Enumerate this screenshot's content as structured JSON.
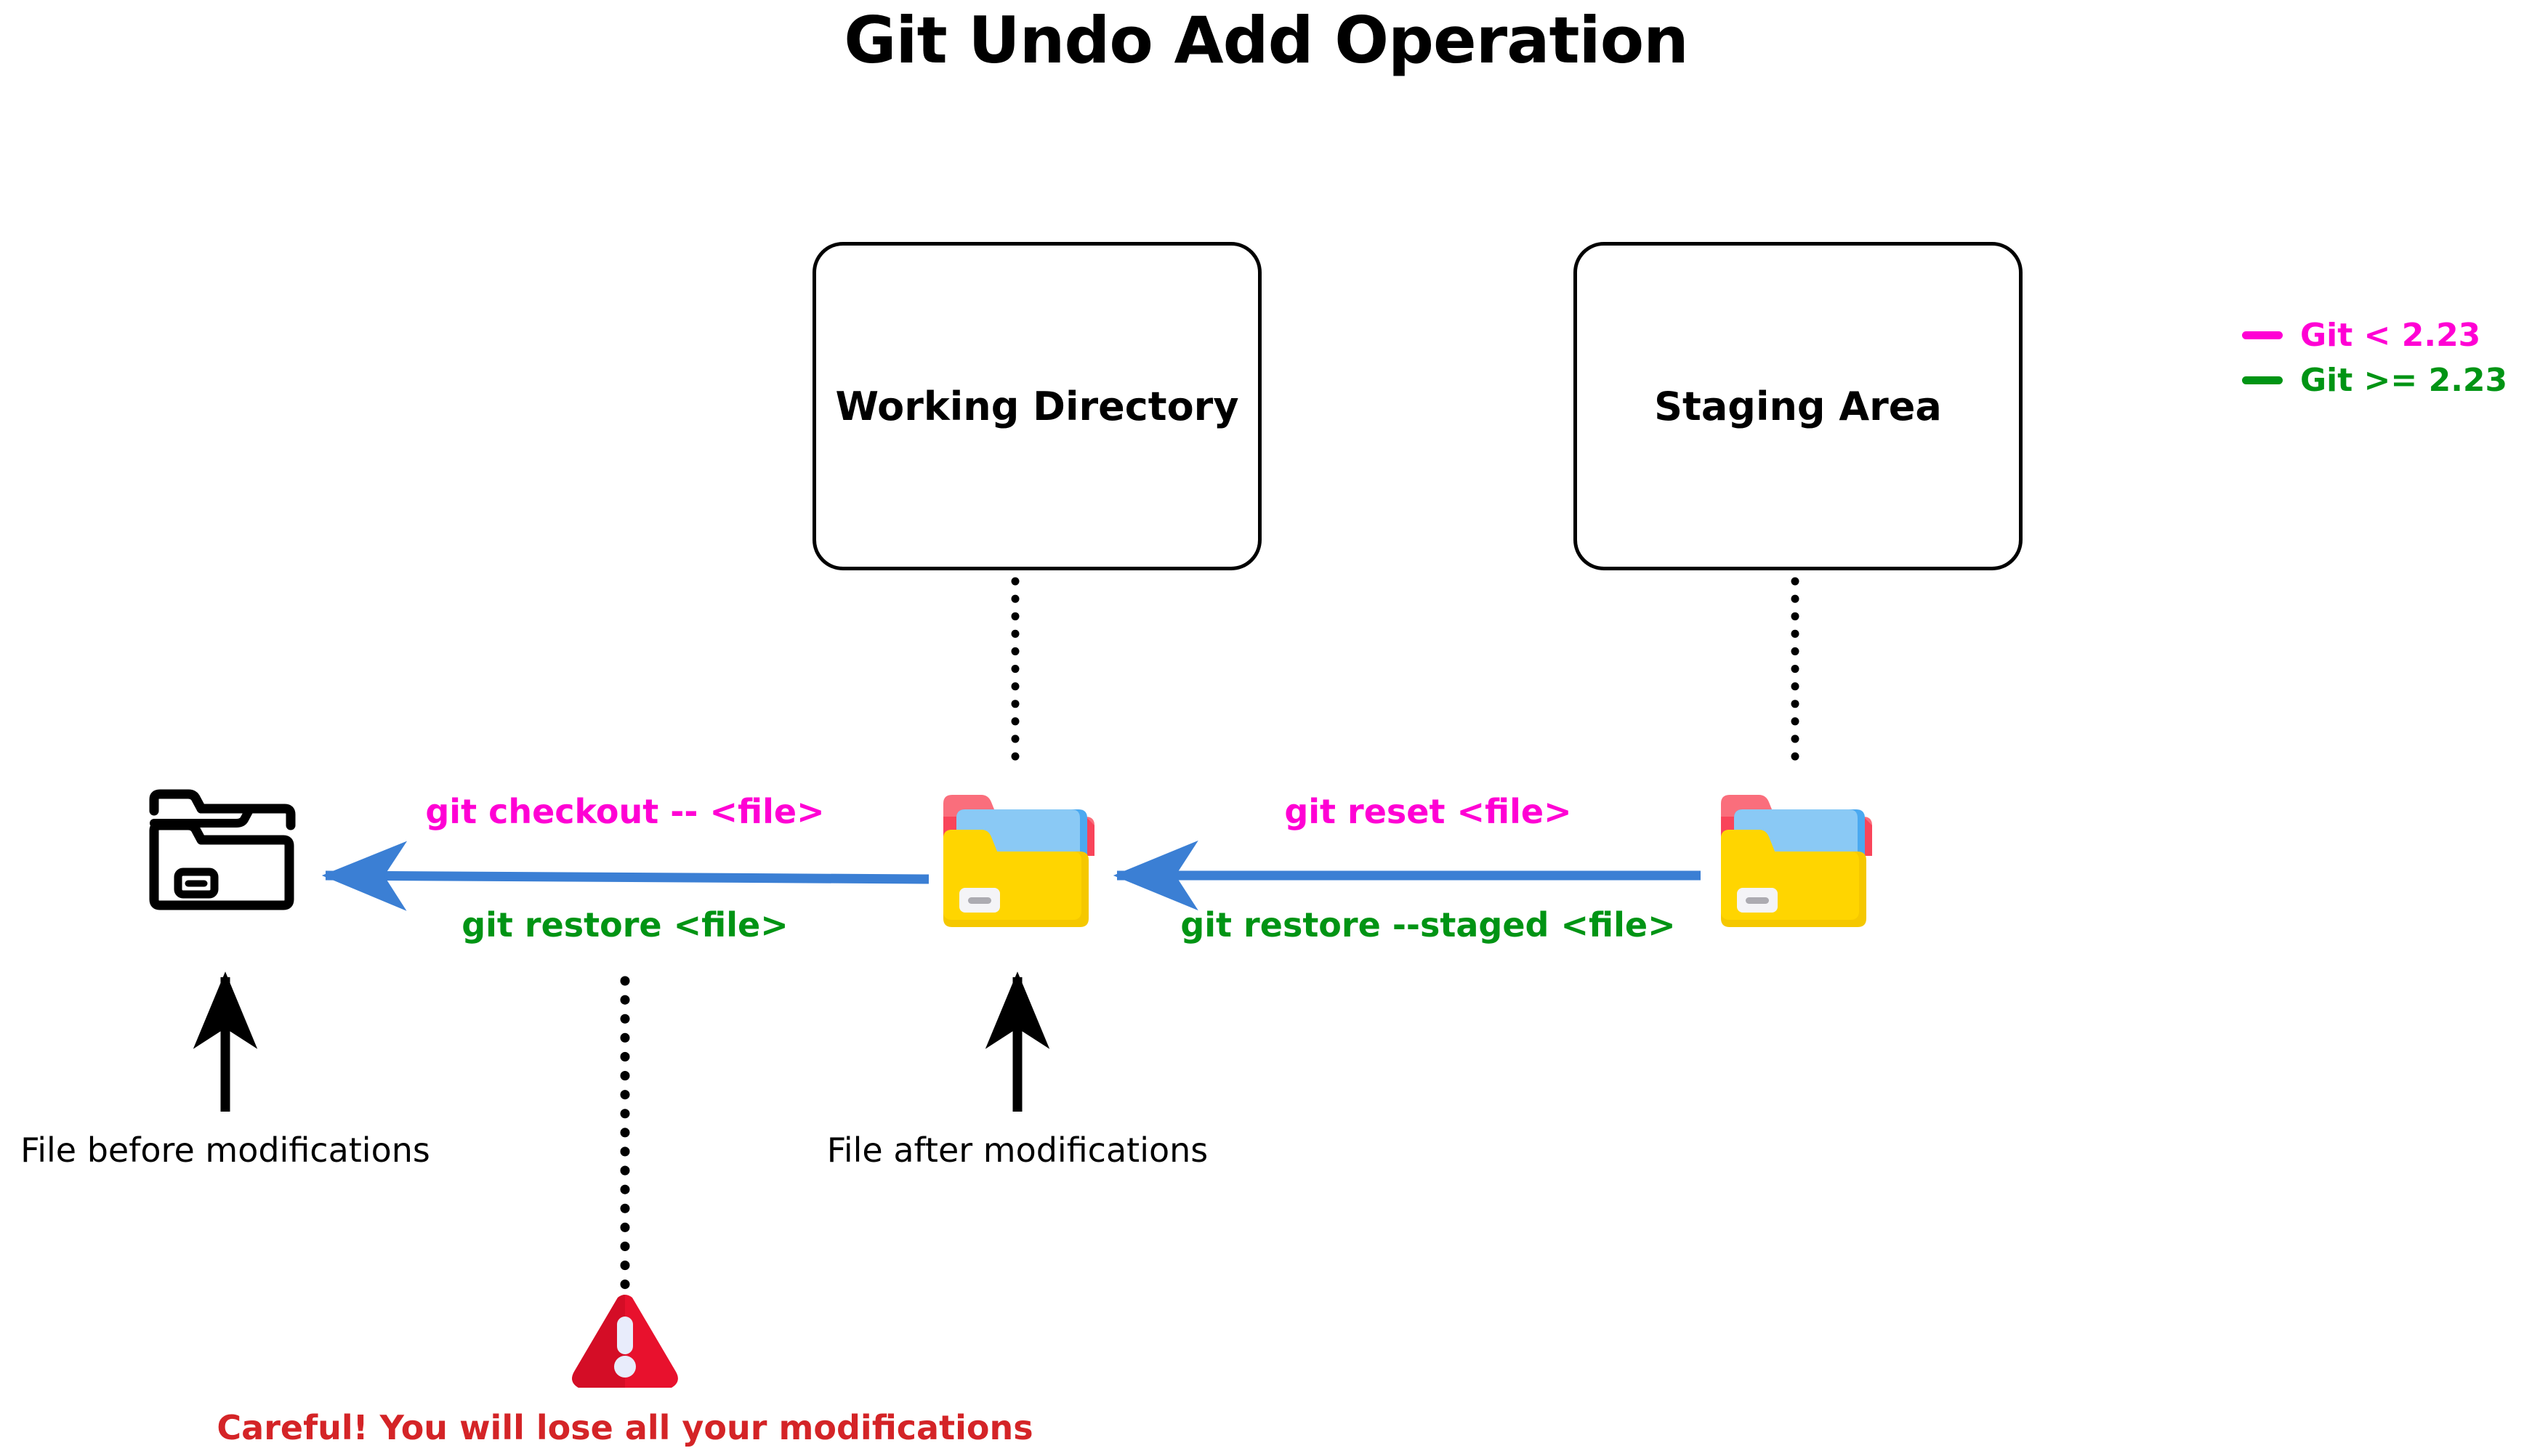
{
  "page": {
    "title": "Git Undo Add Operation",
    "background": "#ffffff"
  },
  "nodes": [
    {
      "id": "working-directory",
      "label": "Working Directory"
    },
    {
      "id": "staging-area",
      "label": "Staging Area"
    }
  ],
  "transitions": [
    {
      "id": "staging-to-working",
      "from": "staging-area",
      "to": "working-directory",
      "old_command": "git reset <file>",
      "new_command": "git restore --staged <file>"
    },
    {
      "id": "working-to-original",
      "from": "working-directory",
      "to": "original-file",
      "old_command": "git checkout -- <file>",
      "new_command": "git restore <file>"
    }
  ],
  "captions": [
    {
      "id": "file-before",
      "text": "File before modifications"
    },
    {
      "id": "file-after",
      "text": "File after modifications"
    }
  ],
  "warning": {
    "icon": "warning-triangle-icon",
    "text": "Careful! You will lose all your modifications",
    "color": "#d42427"
  },
  "legend": {
    "items": [
      {
        "label": "Git < 2.23",
        "color": "#ff00d4"
      },
      {
        "label": "Git >= 2.23",
        "color": "#009414"
      }
    ]
  },
  "icons": {
    "folder_outline": "folder-outline-icon",
    "folder_filled": "folder-filled-icon"
  },
  "colors": {
    "arrow_blue": "#3b7fd4",
    "magenta": "#ff00d4",
    "green": "#009414",
    "black": "#000000",
    "warning_red": "#e8112d",
    "folder_yellow": "#ffd500",
    "folder_blue": "#8ac9f5",
    "folder_pink": "#fa6e7c"
  }
}
